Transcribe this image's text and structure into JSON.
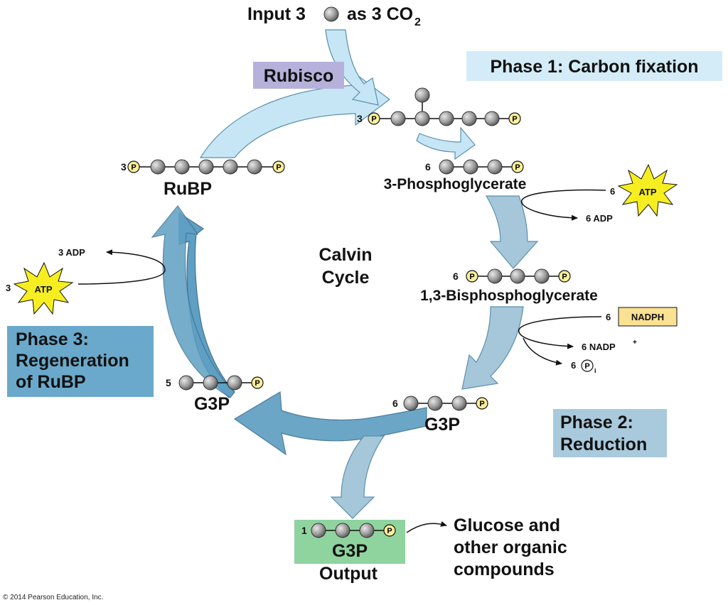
{
  "header": {
    "input_prefix": "Input 3",
    "input_suffix": "as 3 CO",
    "input_subscript": "2"
  },
  "enzyme": {
    "label": "Rubisco"
  },
  "phases": {
    "phase1": "Phase 1: Carbon fixation",
    "phase2_line1": "Phase 2:",
    "phase2_line2": "Reduction",
    "phase3_line1": "Phase 3:",
    "phase3_line2": "Regeneration",
    "phase3_line3": "of RuBP"
  },
  "center": {
    "line1": "Calvin",
    "line2": "Cycle"
  },
  "molecules": {
    "rubp": {
      "count": "3",
      "name": "RuBP"
    },
    "intermediate": {
      "count": "3"
    },
    "pga": {
      "count": "6",
      "name": "3-Phosphoglycerate"
    },
    "bpg": {
      "count": "6",
      "name": "1,3-Bisphosphoglycerate"
    },
    "g3p_six": {
      "count": "6",
      "name": "G3P"
    },
    "g3p_five": {
      "count": "5",
      "name": "G3P"
    },
    "g3p_output": {
      "count": "1",
      "name": "G3P",
      "label": "Output"
    },
    "phosphate_symbol": "P"
  },
  "reduction_inputs": {
    "atp_count": "6",
    "atp_label": "ATP",
    "adp_label": "6 ADP",
    "nadph_count": "6",
    "nadph_label": "NADPH",
    "nadp_label": "6 NADP",
    "nadp_sup": "+",
    "pi_count": "6",
    "pi_symbol": "P",
    "pi_sub": "i"
  },
  "regeneration_inputs": {
    "atp_count": "3",
    "atp_label": "ATP",
    "adp_label": "3 ADP"
  },
  "products": {
    "line1": "Glucose and",
    "line2": "other organic",
    "line3": "compounds"
  },
  "footer": {
    "copyright": "© 2014 Pearson Education, Inc."
  },
  "colors": {
    "phase1_box": "#d3ecf7",
    "phase2_box": "#a9c9dc",
    "phase3_box": "#6aa9cb",
    "rubisco_box": "#b6b1da",
    "output_box": "#8fd39f",
    "atp_burst": "#f7ee21",
    "nadph_box": "#fbe192",
    "phosphate": "#fbef9c",
    "carbon": "#9a9a9a",
    "arrow_light": "#c6e6f5",
    "arrow_mid": "#a6c6da",
    "arrow_dark": "#5f9fc3"
  },
  "icons": {
    "carbon": "carbon-atom-icon",
    "phosphate": "phosphate-icon",
    "atp": "atp-burst-icon",
    "arrow": "arrow-icon"
  }
}
